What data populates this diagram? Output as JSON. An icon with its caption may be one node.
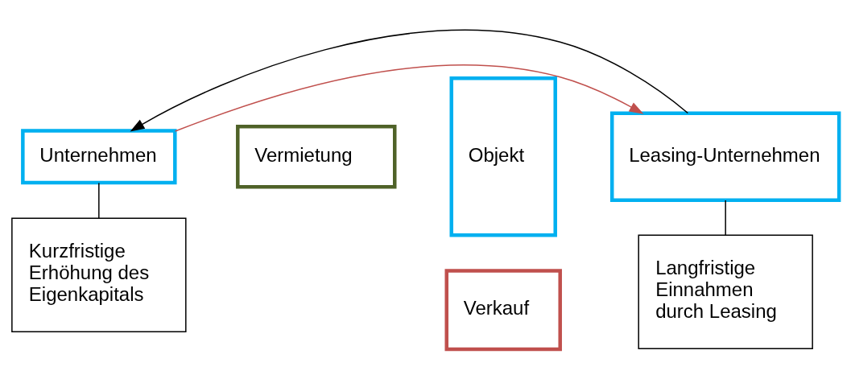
{
  "diagram": {
    "nodes": [
      {
        "text": [
          "Unternehmen"
        ]
      },
      {
        "text": [
          "Objekt"
        ]
      },
      {
        "text": [
          "Verkauf"
        ]
      },
      {
        "text": [
          "Leasing-Unternehmen"
        ]
      },
      {
        "text": [
          "Vermietung"
        ]
      },
      {
        "text": [
          "Kurzfristige Erhöhung des Eigenkapitals"
        ]
      },
      {
        "text": [
          "Langfristige Einnahmen durch Leasing"
        ]
      }
    ],
    "edges": [
      {
        "from": 0,
        "to": 3,
        "arrow": "to",
        "color": "#c0504d"
      },
      {
        "from": 3,
        "to": 0,
        "arrow": "to"
      },
      {
        "from": 0,
        "to": 5,
        "arrow": "none"
      },
      {
        "from": 3,
        "to": 6,
        "arrow": "none"
      }
    ]
  }
}
